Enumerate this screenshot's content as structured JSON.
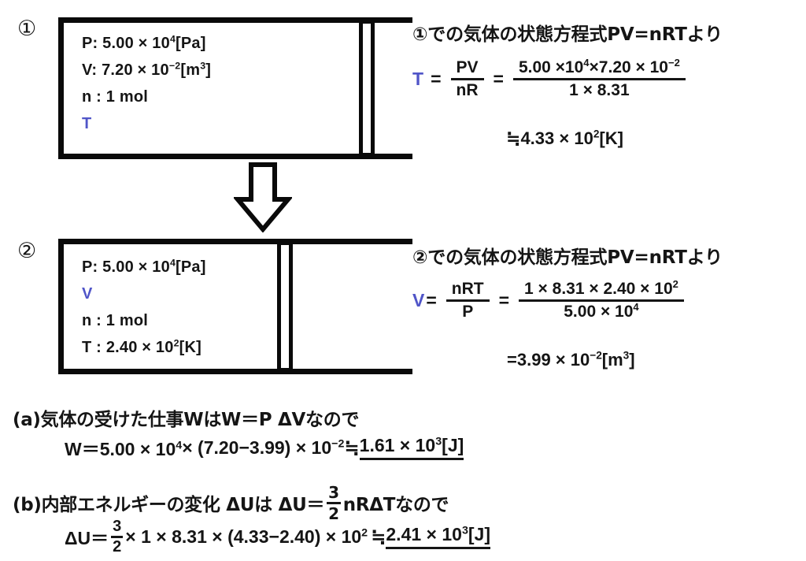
{
  "meta": {
    "accent_blue": "#5055c8",
    "ink": "#151515"
  },
  "state1": {
    "marker": "①",
    "gas": {
      "pressure_label": "P:",
      "pressure_mantissa": "5.00 × 10",
      "pressure_exponent": "4",
      "pressure_unit": "[Pa]",
      "volume_label": "V:",
      "volume_mantissa": "7.20 × 10",
      "volume_exponent": "−2",
      "volume_unit_open": "[m",
      "volume_unit_exp": "3",
      "volume_unit_close": "]",
      "moles": "n : 1 mol",
      "temperature": "T"
    }
  },
  "state2": {
    "marker": "②",
    "gas": {
      "pressure_label": "P:",
      "pressure_mantissa": "5.00 × 10",
      "pressure_exponent": "4",
      "pressure_unit": "[Pa]",
      "volume": "V",
      "moles": "n : 1 mol",
      "temperature_label": "T :",
      "temperature_mantissa": "2.40 × 10",
      "temperature_exponent": "2",
      "temperature_unit": "[K]"
    }
  },
  "transition": {
    "arrow_icon": "down-block-arrow"
  },
  "derivation1": {
    "heading": "①での気体の状態方程式PV=nRTより",
    "lhs": "T",
    "equals1": "=",
    "frac1_num": "PV",
    "frac1_den": "nR",
    "equals2": "=",
    "frac2_num_a": "5.00 ×10",
    "frac2_num_a_exp": "4",
    "frac2_num_b": "×7.20 × 10",
    "frac2_num_b_exp": "−2",
    "frac2_den": "1 × 8.31",
    "result_approx": "≒",
    "result_mantissa": "4.33 × 10",
    "result_exponent": "2",
    "result_unit": "[K]"
  },
  "derivation2": {
    "heading": "②での気体の状態方程式PV=nRTより",
    "lhs": "V",
    "equals1": "=",
    "frac1_num": "nRT",
    "frac1_den": "P",
    "equals2": "=",
    "frac2_num": "1 × 8.31 × 2.40 × 10",
    "frac2_num_exp": "2",
    "frac2_den": "5.00 × 10",
    "frac2_den_exp": "4",
    "result_equals": "=",
    "result_mantissa": "3.99 × 10",
    "result_exponent": "−2",
    "result_unit_open": "[m",
    "result_unit_exp": "3",
    "result_unit_close": "]"
  },
  "part_a": {
    "heading": "(a)気体の受けた仕事WはW＝P ΔVなので",
    "lhs": "W＝5.00 × 10",
    "lhs_exp": "4",
    "mid": " × (7.20−3.99) × 10",
    "mid_exp": "−2",
    "approx": "≒",
    "answer_mantissa": "1.61 × 10",
    "answer_exponent": "3",
    "answer_unit": "[J]"
  },
  "part_b": {
    "heading_pre": "(b)内部エネルギーの変化 ΔUは ΔU＝",
    "heading_frac_num": "3",
    "heading_frac_den": "2",
    "heading_post": "nRΔTなので",
    "lhs": "ΔU＝",
    "frac_num": "3",
    "frac_den": "2",
    "mid": "× 1 × 8.31 × (4.33−2.40) × 10",
    "mid_exp": "2",
    "approx": "≒",
    "answer_mantissa": "2.41 × 10",
    "answer_exponent": "3",
    "answer_unit": "[J]"
  }
}
